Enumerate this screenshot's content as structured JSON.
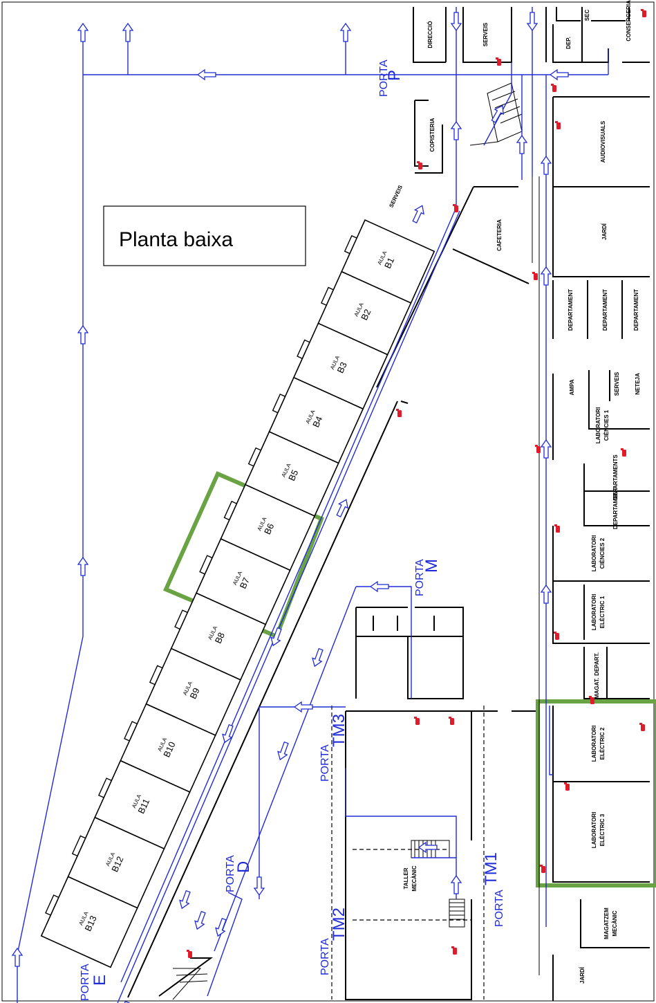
{
  "title": "Planta baixa",
  "colors": {
    "route": "#1f2bd6",
    "highlight": "#6aa343",
    "extinguisher": "#e01b2a",
    "walls": "#000000"
  },
  "rooms": {
    "direccio": "DIRECCIÓ",
    "serveis_top": "SERVEIS",
    "dep": "DEP.",
    "sec": "SEC",
    "consergeria": "CONSERGERIA",
    "copisteria": "COPISTERIA",
    "audiovisuals": "AUDIOVISUALS",
    "cafeteria": "CAFETERIA",
    "jardi_top": "JARDÍ",
    "departament_1": "DEPARTAMENT",
    "departament_2": "DEPARTAMENT",
    "departament_3": "DEPARTAMENT",
    "ampa": "AMPA",
    "serveis_mid": "SERVEIS",
    "neteja": "NETEJA",
    "lab_ciencies1_l1": "LABORATORI",
    "lab_ciencies1_l2": "CIÈNCIES 1",
    "departaments": "DEPARTAMENTS",
    "departament_4": "DEPARTAMENT",
    "lab_ciencies2_l1": "LABORATORI",
    "lab_ciencies2_l2": "CIÈNCIES 2",
    "lab_electric1_l1": "LABORATORI",
    "lab_electric1_l2": "ELÈCTRIC 1",
    "depart": "DEPART.",
    "magat": "MAGAT.",
    "lab_electric2_l1": "LABORATORI",
    "lab_electric2_l2": "ELÈCTRIC 2",
    "lab_electric3_l1": "LABORATORI",
    "lab_electric3_l2": "ELÈCTRIC 3",
    "magatzem_l1": "MAGATZEM",
    "magatzem_l2": "MECÀNIC",
    "jardi_bottom": "JARDÍ",
    "taller_l1": "TALLER",
    "taller_l2": "MECÀNIC",
    "serveis_b": "SERVEIS"
  },
  "aula_label": "AULA",
  "aulas": [
    "B1",
    "B2",
    "B3",
    "B4",
    "B5",
    "B6",
    "B7",
    "B8",
    "B9",
    "B10",
    "B11",
    "B12",
    "B13"
  ],
  "portes": {
    "word": "PORTA",
    "p": "P",
    "m": "M",
    "d": "D",
    "e": "E",
    "tm1": "TM1",
    "tm2": "TM2",
    "tm3": "TM3"
  }
}
